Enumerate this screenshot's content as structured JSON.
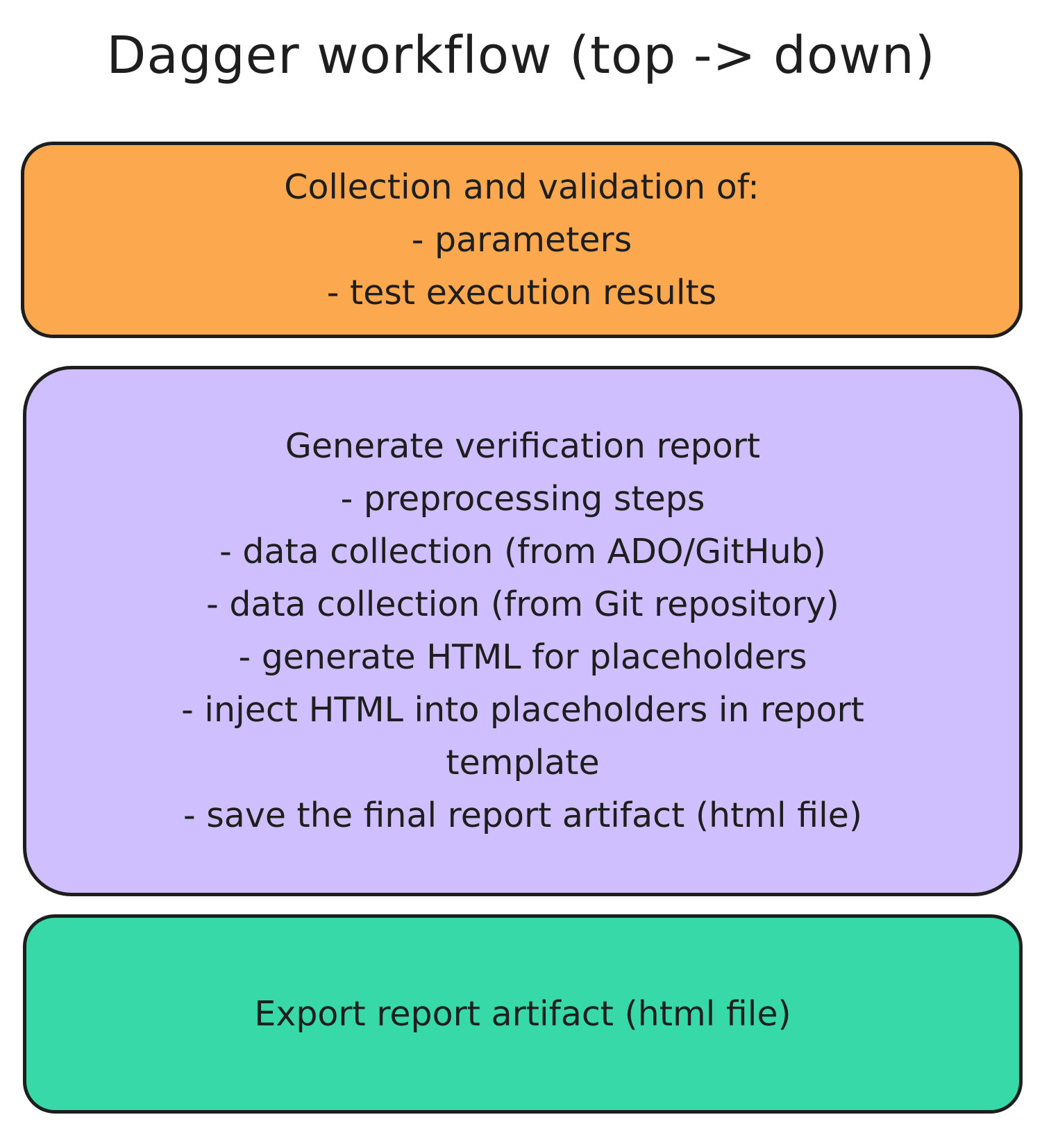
{
  "title": "Dagger workflow (top -> down)",
  "steps": [
    {
      "color": "#fba84f",
      "lines": [
        "Collection and validation of:",
        "- parameters",
        "- test execution results"
      ]
    },
    {
      "color": "#d0bfff",
      "lines": [
        "Generate verification report",
        "- preprocessing steps",
        "- data collection (from ADO/GitHub)",
        "- data collection (from Git repository)",
        "- generate HTML for placeholders",
        "- inject HTML into placeholders in report",
        "template",
        "- save the final report artifact (html file)"
      ]
    },
    {
      "color": "#38d9a9",
      "lines": [
        "Export report artifact (html file)"
      ]
    }
  ]
}
